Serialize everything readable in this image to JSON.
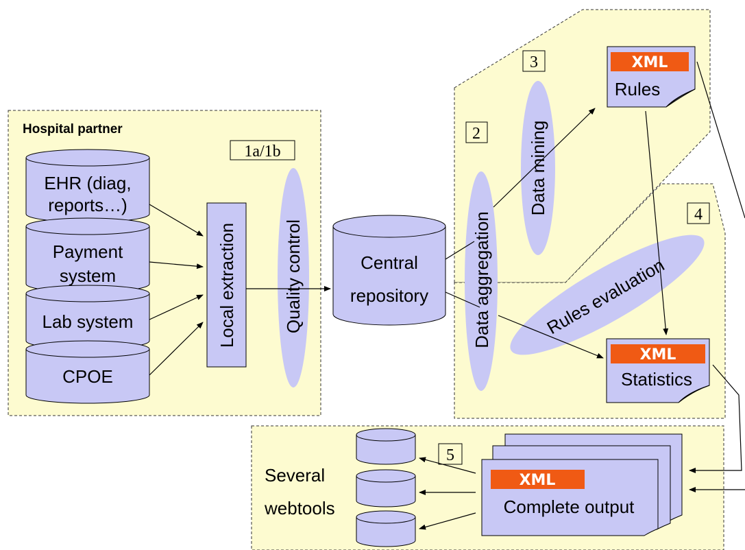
{
  "colors": {
    "panel_fill": "#fdfbd0",
    "shape_fill": "#c8c8f5",
    "xml_orange": "#f05a14"
  },
  "hospital": {
    "title": "Hospital partner",
    "step": "1a/1b",
    "sources": [
      {
        "line1": "EHR (diag,",
        "line2": "reports…)"
      },
      {
        "line1": "Payment",
        "line2": "system"
      },
      {
        "line1": "Lab system",
        "line2": ""
      },
      {
        "line1": "CPOE",
        "line2": ""
      }
    ],
    "local_extraction": "Local extraction",
    "quality_control": "Quality control"
  },
  "central": {
    "line1": "Central",
    "line2": "repository"
  },
  "aggregation": {
    "label": "Data aggregation",
    "step": "2"
  },
  "mining": {
    "label": "Data mining",
    "step": "3"
  },
  "rules": {
    "badge": "XML",
    "label": "Rules"
  },
  "evaluation": {
    "label": "Rules evaluation",
    "step": "4"
  },
  "statistics": {
    "badge": "XML",
    "label": "Statistics"
  },
  "output": {
    "step": "5",
    "webtools_line1": "Several",
    "webtools_line2": "webtools",
    "badge": "XML",
    "label": "Complete output"
  }
}
